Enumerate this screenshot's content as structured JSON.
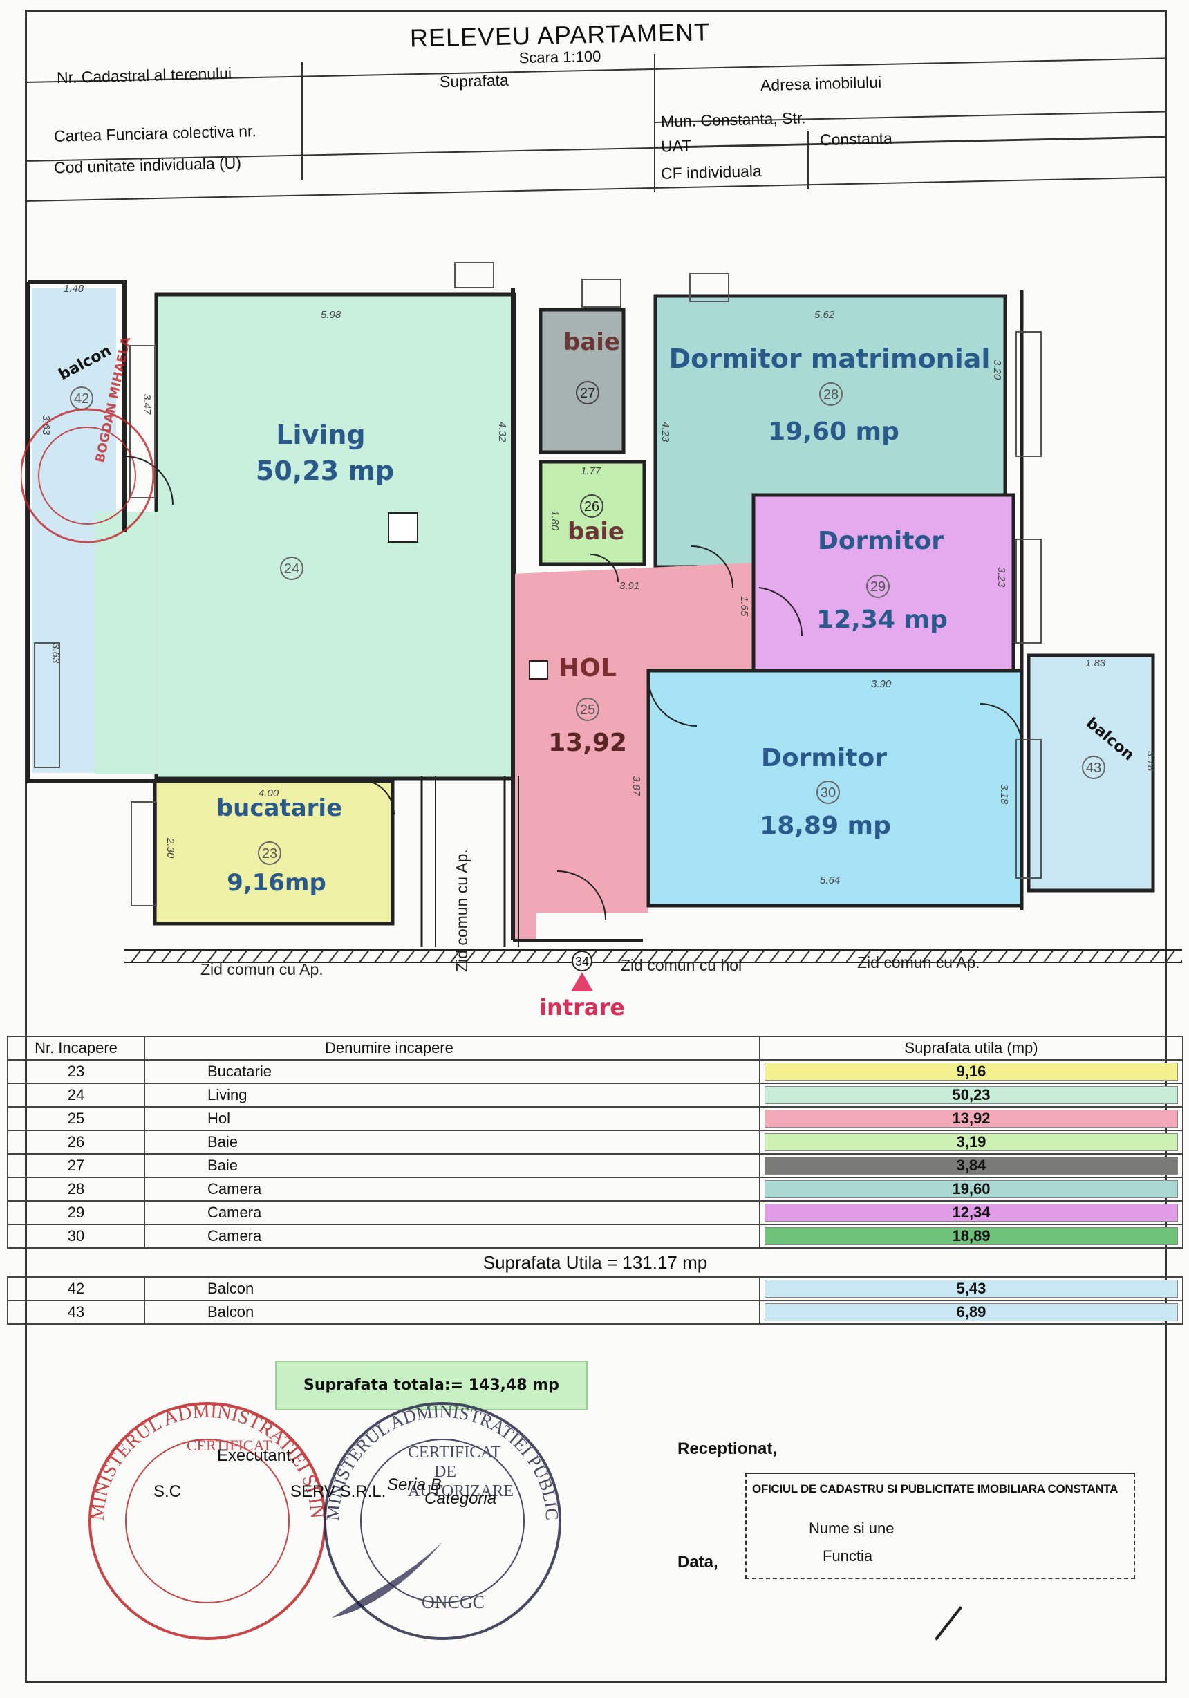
{
  "header": {
    "title": "RELEVEU APARTAMENT",
    "scale": "Scara 1:100",
    "nr_cadastral": "Nr. Cadastral al terenului",
    "suprafata": "Suprafata",
    "adresa": "Adresa imobilului",
    "carte_funciara": "Cartea Funciara colectiva nr.",
    "cod_unitate": "Cod unitate individuala   (U)",
    "mun": "Mun. Constanta, Str.",
    "uat": "UAT",
    "uat_value": "Constanta",
    "cf": "CF individuala"
  },
  "plan": {
    "rooms": [
      {
        "id": "24",
        "name": "Living",
        "area": "50,23 mp",
        "color": "#c9f0dc"
      },
      {
        "id": "25",
        "name": "HOL",
        "area": "13,92",
        "color": "#f0a8b6"
      },
      {
        "id": "27",
        "name": "baie",
        "area": "",
        "color": "#a7b3b0"
      },
      {
        "id": "26",
        "name": "baie",
        "area": "",
        "color": "#c2eeb0"
      },
      {
        "id": "28",
        "name": "Dormitor matrimonial",
        "area": "19,60 mp",
        "color": "#a9dbd4"
      },
      {
        "id": "29",
        "name": "Dormitor",
        "area": "12,34 mp",
        "color": "#e5a9ee"
      },
      {
        "id": "30",
        "name": "Dormitor",
        "area": "18,89 mp",
        "color": "#a6e2f4"
      },
      {
        "id": "23",
        "name": "bucatarie",
        "area": "9,16mp",
        "color": "#eef0a6"
      },
      {
        "id": "42",
        "name": "balcon",
        "area": "",
        "color": "#c4e6f3"
      },
      {
        "id": "43",
        "name": "balcon",
        "area": "",
        "color": "#c9e8f3"
      }
    ],
    "dims": {
      "d148": "1.48",
      "d598": "5.98",
      "d562": "5.62",
      "d363a": "3.63",
      "d347": "3.47",
      "d432": "4.32",
      "d423": "4.23",
      "d320": "3.20",
      "d177": "1.77",
      "d180": "1.80",
      "d391": "3.91",
      "d165": "1.65",
      "d323": "3.23",
      "d390": "3.90",
      "d183": "1.83",
      "d378": "3.78",
      "d318": "3.18",
      "d564": "5.64",
      "d387": "3.87",
      "d400": "4.00",
      "d230": "2.30",
      "d363b": "3.63"
    },
    "entrance_id": "34",
    "entrance_label": "intrare",
    "zid_ap_left": "Zid comun cu Ap.",
    "zid_ap_vertical": "Zid comun cu Ap.",
    "zid_hol": "Zid comun cu hol",
    "zid_ap_right": "Zid comun cu Ap."
  },
  "table": {
    "col_nr": "Nr. Incapere",
    "col_name": "Denumire incapere",
    "col_surface": "Suprafata utila (mp)",
    "rows": [
      {
        "nr": "23",
        "name": "Bucatarie",
        "surface": "9,16",
        "color": "#f3f08e"
      },
      {
        "nr": "24",
        "name": "Living",
        "surface": "50,23",
        "color": "#c6ecd8"
      },
      {
        "nr": "25",
        "name": "Hol",
        "surface": "13,92",
        "color": "#f2a8b6"
      },
      {
        "nr": "26",
        "name": "Baie",
        "surface": "3,19",
        "color": "#ccf1b2"
      },
      {
        "nr": "27",
        "name": "Baie",
        "surface": "3,84",
        "color": "#7a7a76"
      },
      {
        "nr": "28",
        "name": "Camera",
        "surface": "19,60",
        "color": "#a9d8d2"
      },
      {
        "nr": "29",
        "name": "Camera",
        "surface": "12,34",
        "color": "#e19be7"
      },
      {
        "nr": "30",
        "name": "Camera",
        "surface": "18,89",
        "color": "#6ec27a"
      }
    ],
    "subtotal": "Suprafata Utila = 131.17 mp",
    "balcony_rows": [
      {
        "nr": "42",
        "name": "Balcon",
        "surface": "5,43",
        "color": "#c9e8f3"
      },
      {
        "nr": "43",
        "name": "Balcon",
        "surface": "6,89",
        "color": "#c9e8f3"
      }
    ],
    "total": "Suprafata totala:= 143,48 mp"
  },
  "signatures": {
    "executant": "Executant,",
    "sc": "S.C",
    "serv": "SERV S.R.L.",
    "seria": "Seria B",
    "categoria": "Categoria",
    "receptionat": "Receptionat,",
    "data": "Data,",
    "oficiu": "OFICIUL DE CADASTRU SI PUBLICITATE IMOBILIARA CONSTANTA",
    "nume": "Nume si une",
    "functia": "Functia"
  },
  "stamps": {
    "left_ring": "MINISTERUL ADMINISTRATIEI SI INTERNELOR",
    "left_inner": "CERTIFICAT",
    "right_ring": "MINISTERUL ADMINISTRATIEI PUBLICE",
    "right_inner1": "CERTIFICAT",
    "right_inner2": "DE",
    "right_inner3": "AUTORIZARE",
    "right_bottom": "ONCGC",
    "plan_stamp": "BOGDAN MIHAELA"
  }
}
